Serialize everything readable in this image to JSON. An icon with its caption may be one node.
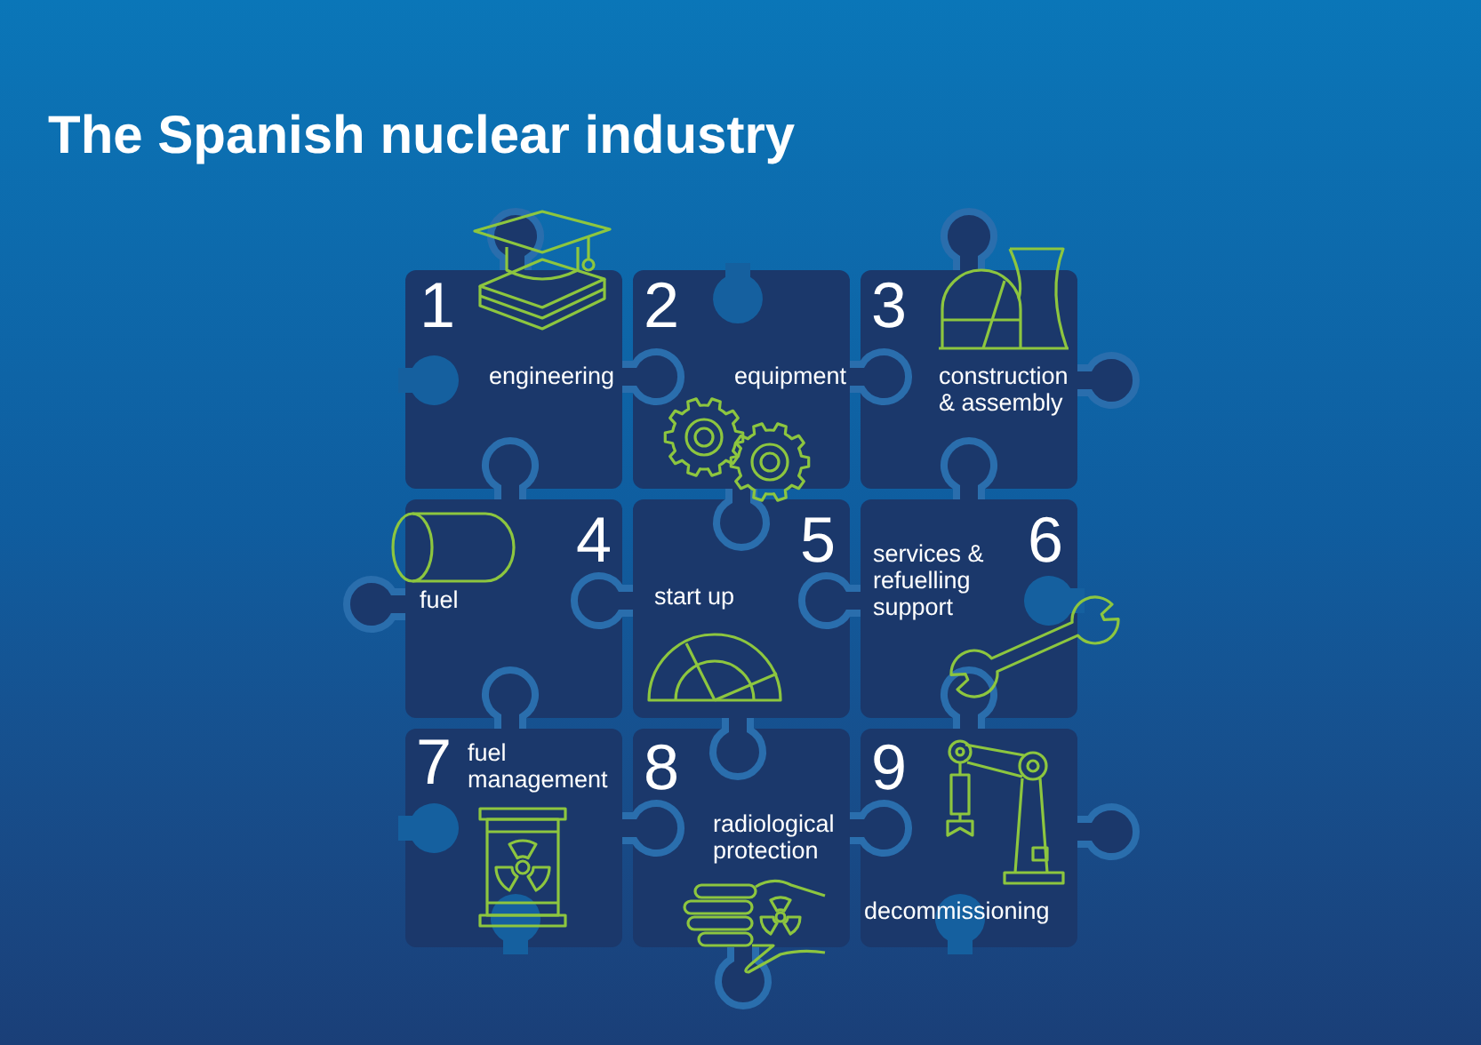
{
  "diagram": {
    "title": "The Spanish nuclear industry",
    "nodes": [
      {
        "text": [
          "1",
          "engineering"
        ]
      },
      {
        "text": [
          "2",
          "equipment"
        ]
      },
      {
        "text": [
          "3",
          "construction & assembly"
        ]
      },
      {
        "text": [
          "4",
          "fuel"
        ]
      },
      {
        "text": [
          "5",
          "start up"
        ]
      },
      {
        "text": [
          "6",
          "services & refuelling support"
        ]
      },
      {
        "text": [
          "7",
          "fuel management"
        ]
      },
      {
        "text": [
          "8",
          "radiological protection"
        ]
      },
      {
        "text": [
          "9",
          "decommissioning"
        ]
      }
    ]
  }
}
